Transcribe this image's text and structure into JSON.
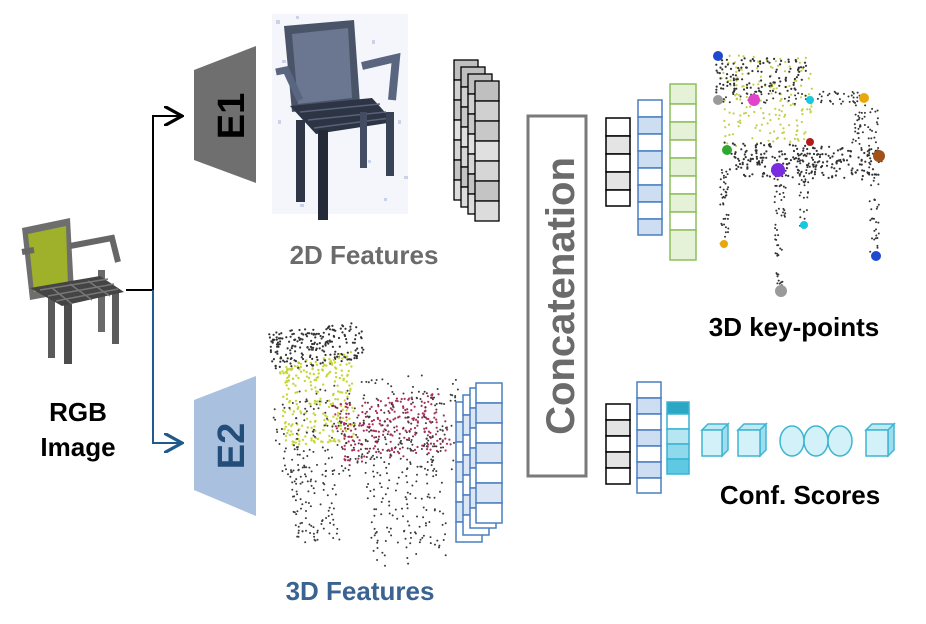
{
  "input": {
    "line1": "RGB",
    "line2": "Image"
  },
  "encoders": {
    "e1": "E1",
    "e2": "E2"
  },
  "features": {
    "f2d": "2D Features",
    "f3d": "3D Features"
  },
  "fusion": {
    "label": "Concatenation"
  },
  "outputs": {
    "keypoints": "3D key-points",
    "scores": "Conf. Scores"
  },
  "colors": {
    "e1_fill": "#6f6f6f",
    "e2_fill": "#a9c0de",
    "blue_arrow": "#1e5a8c",
    "text_gray": "#6b6b6b",
    "text_blue": "#3a6391",
    "chair_seat": "#a8b820",
    "keypoint_colors": [
      "#1f49d1",
      "#e8a80d",
      "#19c7e0",
      "#2ea82e",
      "#e044c8",
      "#7b2be0",
      "#b31a1a",
      "#a0521a",
      "#9a9a9a"
    ]
  },
  "icons": [
    "chair-photo",
    "feature-map-stack",
    "point-cloud",
    "cube-icon",
    "ellipse-icon"
  ]
}
